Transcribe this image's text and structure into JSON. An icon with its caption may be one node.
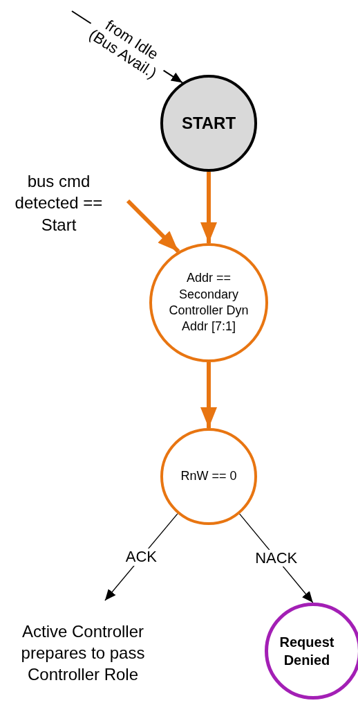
{
  "diagram": {
    "nodes": [
      {
        "text": [
          "START"
        ]
      },
      {
        "text": [
          "bus cmd detected == Start"
        ]
      },
      {
        "text": [
          "Addr == Secondary Controller Dyn Addr [7:1]"
        ]
      },
      {
        "text": [
          "RnW == 0"
        ]
      },
      {
        "text": [
          "Active Controller prepares to pass Controller Role"
        ]
      },
      {
        "text": [
          "Request Denied"
        ]
      }
    ],
    "edges": [
      {
        "from": null,
        "to": 0,
        "arrow": "to",
        "label": "from Idle (Bus Avail.)"
      },
      {
        "from": 0,
        "to": 2,
        "arrow": "to",
        "style": "thick",
        "color": "#e87511"
      },
      {
        "from": 1,
        "to": 2,
        "arrow": "to",
        "style": "thick",
        "color": "#e87511"
      },
      {
        "from": 2,
        "to": 3,
        "arrow": "to",
        "style": "thick",
        "color": "#e87511"
      },
      {
        "from": 3,
        "to": 4,
        "arrow": "to",
        "label": "ACK"
      },
      {
        "from": 3,
        "to": 5,
        "arrow": "to",
        "label": "NACK"
      }
    ]
  }
}
